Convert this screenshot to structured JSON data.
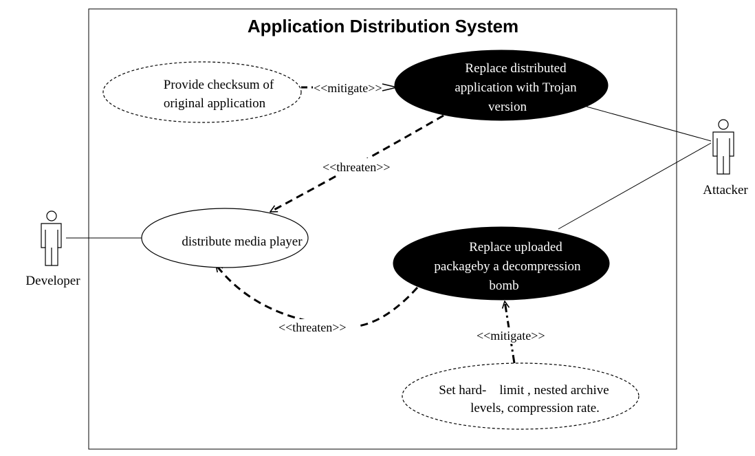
{
  "system": {
    "title": "Application Distribution System"
  },
  "actors": {
    "developer": "Developer",
    "attacker": "Attacker"
  },
  "use_cases": {
    "checksum": [
      "Provide checksum of",
      "original application"
    ],
    "trojan": [
      "Replace distributed",
      "application with Trojan",
      "version"
    ],
    "distribute": [
      "distribute media player"
    ],
    "bomb": [
      "Replace uploaded",
      "packageby a decompression",
      "bomb"
    ],
    "limit": [
      "Set hard-    limit , nested archive",
      "levels, compression rate."
    ]
  },
  "relations": {
    "mitigate_top": "<<mitigate>>",
    "threaten_top": "<<threaten>>",
    "threaten_bottom": "<<threaten>>",
    "mitigate_bottom": "<<mitigate>>"
  },
  "colors": {
    "attack_fill": "#000000",
    "mitigation_fill": "#ffffff",
    "stroke": "#000000"
  }
}
